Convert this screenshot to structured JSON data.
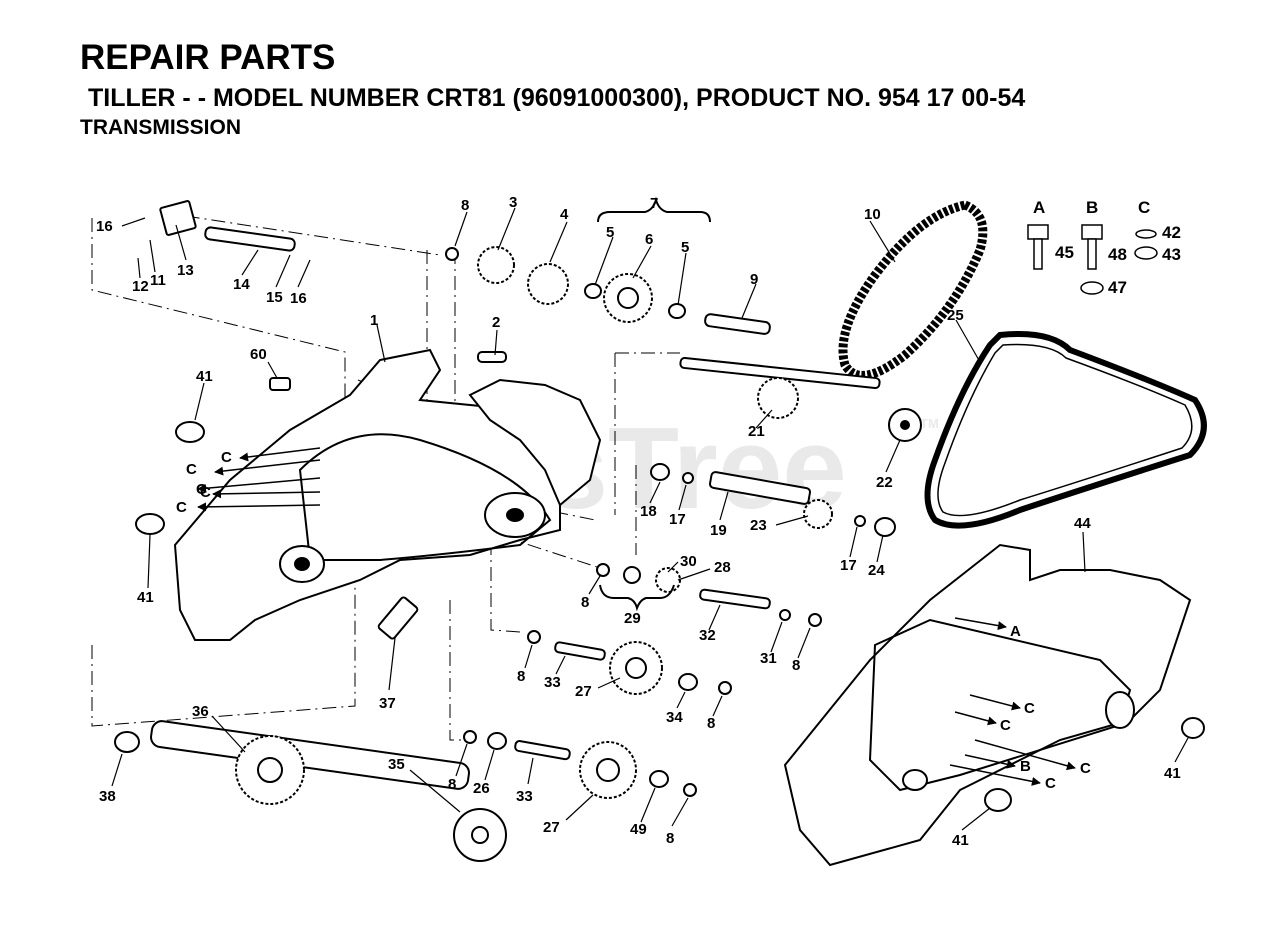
{
  "header": {
    "title": "REPAIR PARTS",
    "subtitle": "TILLER - - MODEL NUMBER CRT81 (96091000300), PRODUCT NO. 954 17 00-54",
    "section": "TRANSMISSION"
  },
  "watermark": {
    "text": "PartsTree",
    "trademark": "TM"
  },
  "hardware_legend": {
    "col_a": "A",
    "col_b": "B",
    "col_c": "C",
    "bolt_a": "45",
    "bolt_b": "48",
    "washer_c": "42",
    "nut_c": "43",
    "nut_47": "47"
  },
  "callouts": [
    "16",
    "12",
    "11",
    "13",
    "14",
    "15",
    "16",
    "8",
    "3",
    "4",
    "5",
    "6",
    "5",
    "7",
    "9",
    "10",
    "2",
    "1",
    "60",
    "41",
    "41",
    "21",
    "22",
    "25",
    "18",
    "17",
    "19",
    "23",
    "17",
    "24",
    "44",
    "30",
    "28",
    "8",
    "29",
    "32",
    "31",
    "8",
    "8",
    "33",
    "27",
    "34",
    "8",
    "37",
    "36",
    "38",
    "35",
    "8",
    "26",
    "33",
    "27",
    "49",
    "8",
    "41",
    "41"
  ],
  "arrow_labels": [
    "C",
    "C",
    "C",
    "C",
    "C",
    "A",
    "C",
    "C",
    "B",
    "C",
    "C"
  ]
}
